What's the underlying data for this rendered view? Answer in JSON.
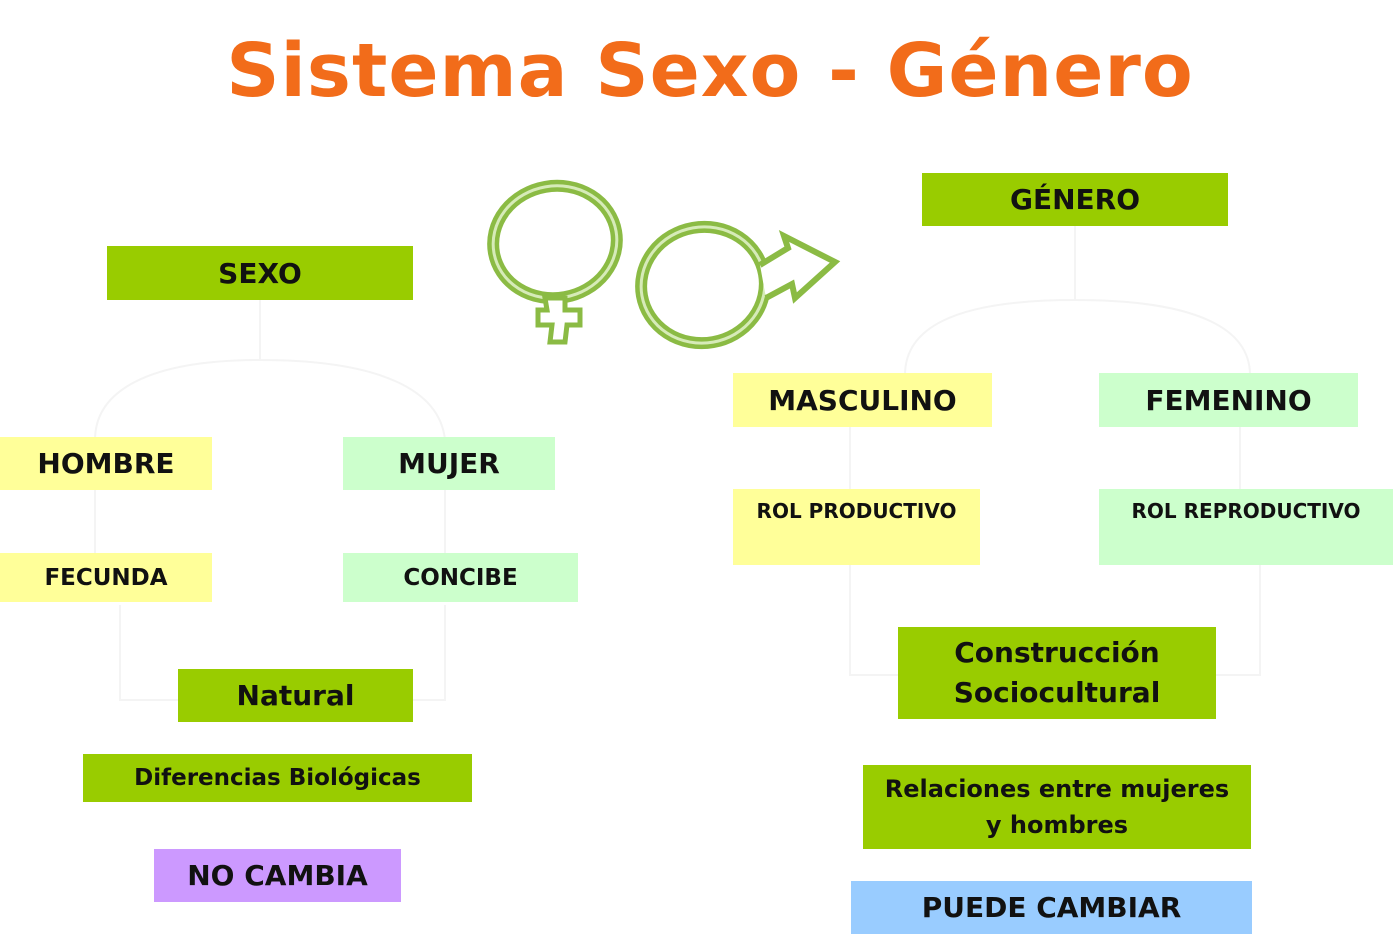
{
  "title": "Sistema Sexo - Género",
  "colors": {
    "title": "#f26c1a",
    "green": "#99cc00",
    "yellow": "#ffff99",
    "mint": "#ccffcc",
    "violet": "#cc99ff",
    "blue": "#99ccff",
    "symbol": "#8bbb44"
  },
  "symbols": [
    "female-symbol-icon",
    "male-symbol-icon"
  ],
  "sexo": {
    "label": "SEXO",
    "hombre": "HOMBRE",
    "mujer": "MUJER",
    "fecunda": "FECUNDA",
    "concibe": "CONCIBE",
    "natural": "Natural",
    "diferencias": "Diferencias Biológicas",
    "no_cambia": "NO CAMBIA"
  },
  "genero": {
    "label": "GÉNERO",
    "masculino": "MASCULINO",
    "femenino": "FEMENINO",
    "rol_productivo": "ROL PRODUCTIVO",
    "rol_reproductivo": "ROL REPRODUCTIVO",
    "construccion_line1": "Construcción",
    "construccion_line2": "Sociocultural",
    "relaciones_line1": "Relaciones entre mujeres",
    "relaciones_line2": "y hombres",
    "puede_cambiar": "PUEDE CAMBIAR"
  }
}
